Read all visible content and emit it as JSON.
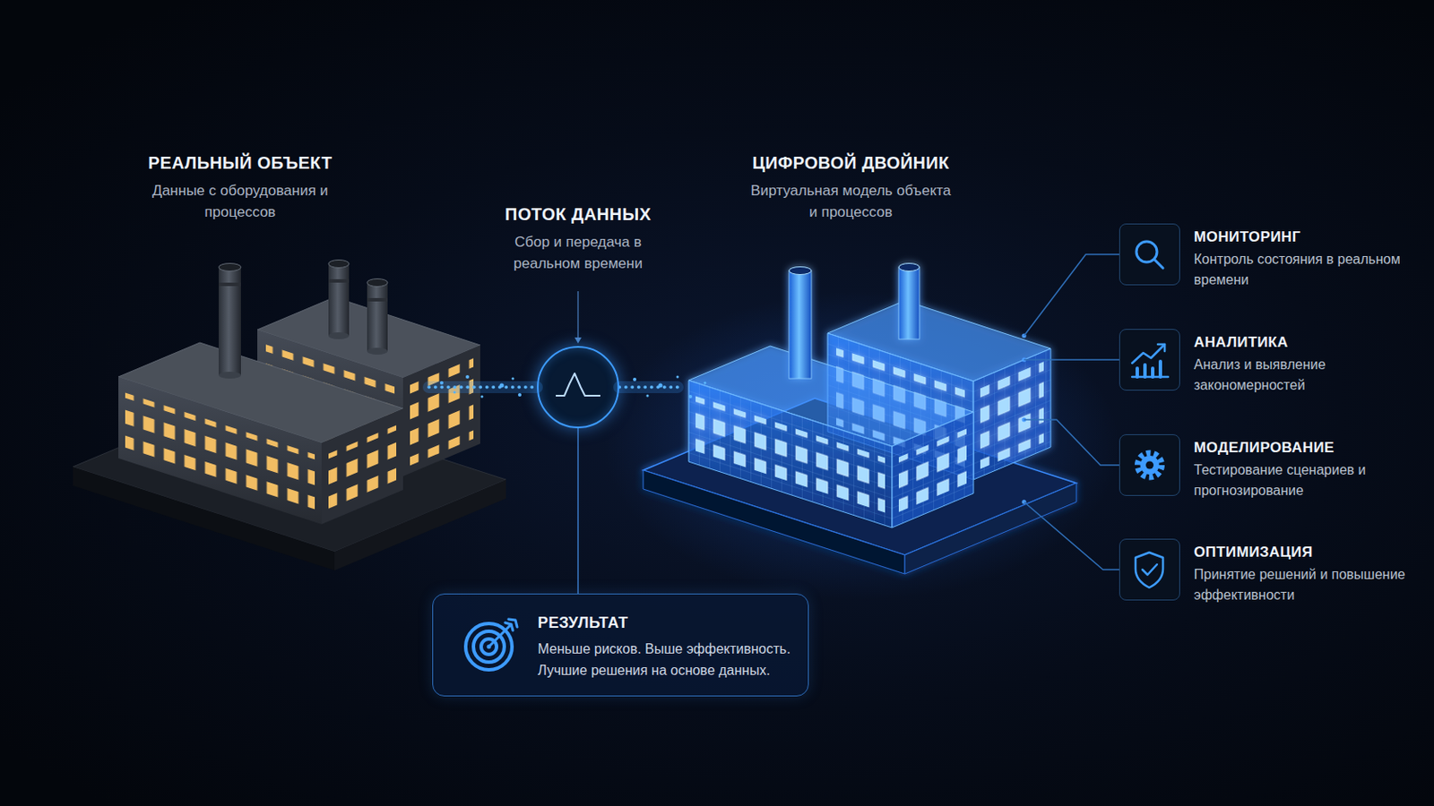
{
  "diagram": {
    "nodes": [
      {
        "text": [
          "РЕАЛЬНЫЙ ОБЪЕКТ",
          "Данные с оборудования и процессов"
        ]
      },
      {
        "text": [
          "ПОТОК ДАННЫХ",
          "Сбор и передача в реальном времени"
        ]
      },
      {
        "text": [
          "ЦИФРОВОЙ ДВОЙНИК",
          "Виртуальная модель объекта и процессов"
        ]
      },
      {
        "text": [
          "МОНИТОРИНГ",
          "Контроль состояния в реальном времени"
        ]
      },
      {
        "text": [
          "АНАЛИТИКА",
          "Анализ и выявление закономерностей"
        ]
      },
      {
        "text": [
          "МОДЕЛИРОВАНИЕ",
          "Тестирование сценариев и прогнозирование"
        ]
      },
      {
        "text": [
          "ОПТИМИЗАЦИЯ",
          "Принятие решений и повышение эффективности"
        ]
      },
      {
        "text": [
          "РЕЗУЛЬТАТ",
          "Меньше рисков. Выше эффективность. Лучшие решения на основе данных."
        ]
      }
    ],
    "edges": [
      {
        "from": 0,
        "to": 1,
        "arrow": "none"
      },
      {
        "from": 1,
        "to": 2,
        "arrow": "none"
      },
      {
        "from": 1,
        "to": 7,
        "arrow": "none"
      },
      {
        "from": 2,
        "to": 3,
        "arrow": "none"
      },
      {
        "from": 2,
        "to": 4,
        "arrow": "none"
      },
      {
        "from": 2,
        "to": 5,
        "arrow": "none"
      },
      {
        "from": 2,
        "to": 6,
        "arrow": "none"
      }
    ]
  }
}
